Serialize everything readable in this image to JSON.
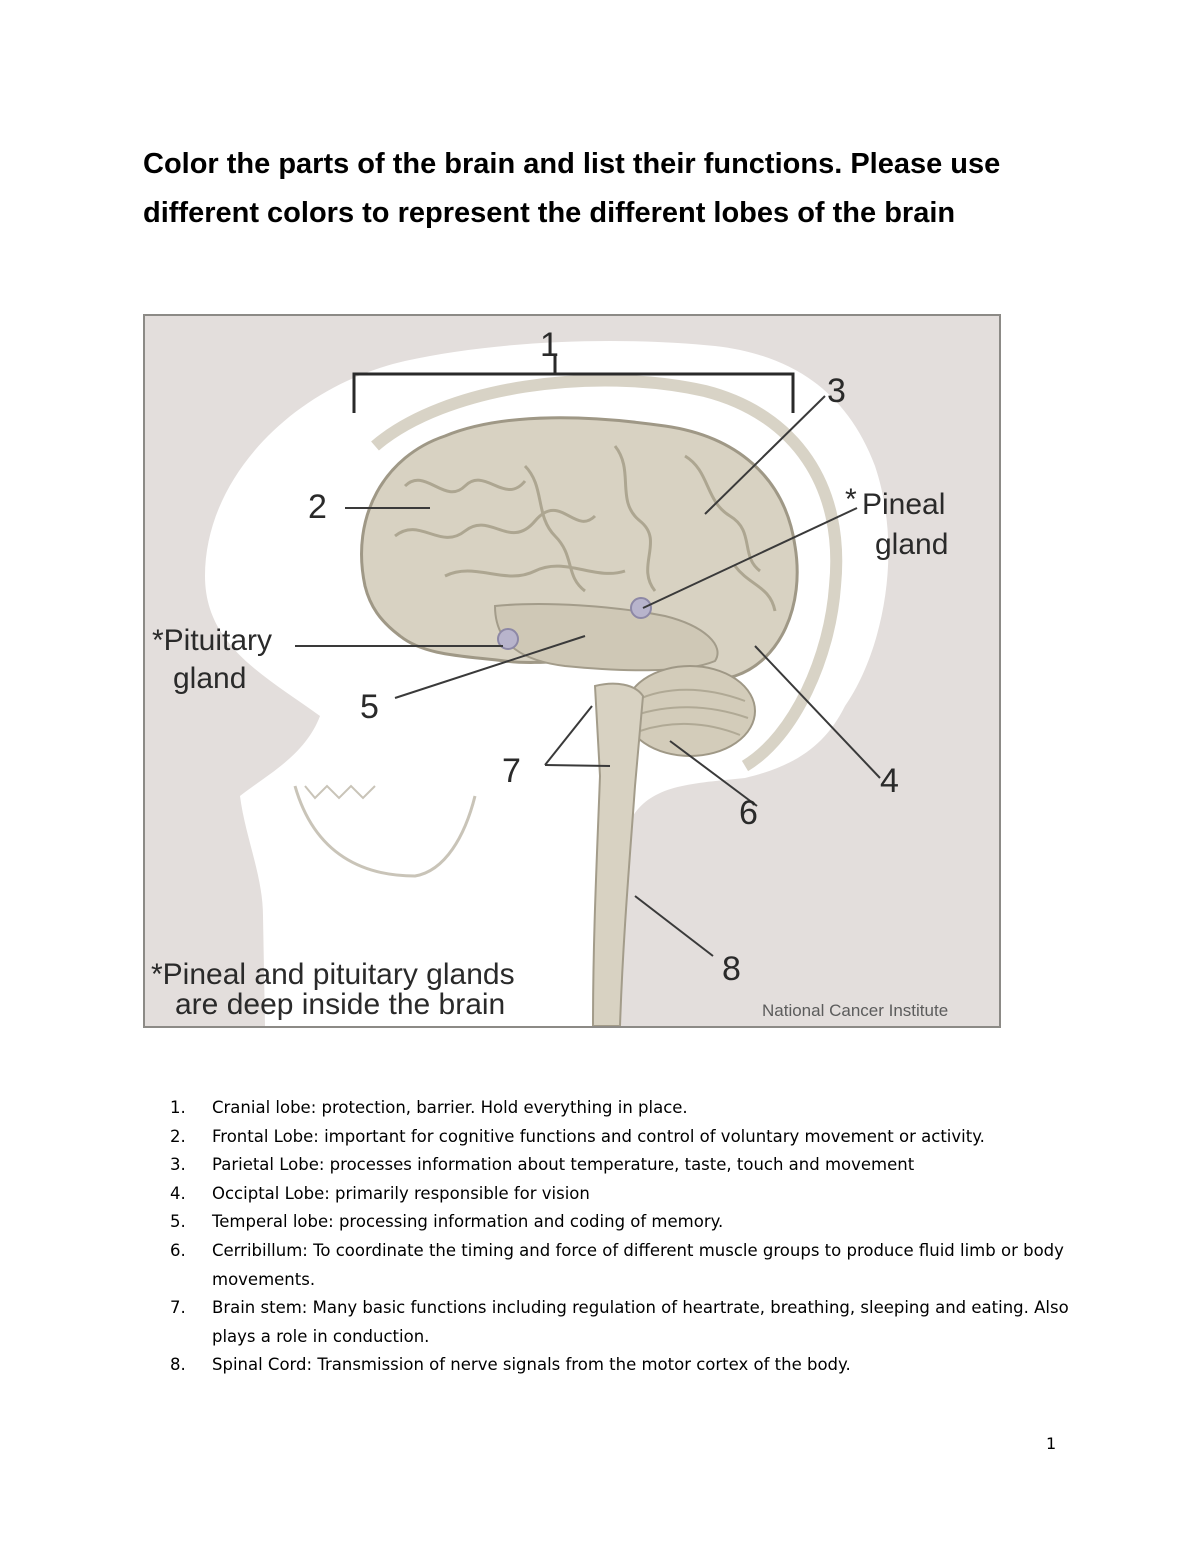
{
  "heading": "Color the parts of the brain and list their functions. Please use different colors to represent the different lobes of the brain",
  "figure": {
    "labels": {
      "n1": "1",
      "n2": "2",
      "n3": "3",
      "n4": "4",
      "n5": "5",
      "n6": "6",
      "n7": "7",
      "n8": "8",
      "pineal_star": "*",
      "pineal_line1": "Pineal",
      "pineal_line2": "gland",
      "pituitary_line1": "*Pituitary",
      "pituitary_line2": "gland",
      "footnote_line1": "*Pineal and pituitary glands",
      "footnote_line2": "are deep inside the brain",
      "credit": "National Cancer Institute"
    },
    "colors": {
      "background": "#e3dedc",
      "brain": "#d8d2c2",
      "brain_shadow": "#b9b2a0",
      "head": "#ffffff",
      "gland": "#b8b4cc"
    }
  },
  "functions": [
    {
      "num": "1.",
      "text": "Cranial lobe: protection, barrier. Hold everything in place."
    },
    {
      "num": "2.",
      "text": "Frontal Lobe: important for cognitive functions and control of voluntary movement or activity."
    },
    {
      "num": "3.",
      "text": "Parietal Lobe: processes information about temperature, taste, touch and movement"
    },
    {
      "num": "4.",
      "text": "Occiptal Lobe: primarily responsible for vision"
    },
    {
      "num": "5.",
      "text": "Temperal lobe: processing information and coding of memory."
    },
    {
      "num": "6.",
      "text": "Cerribillum: To coordinate the timing and force of different muscle groups to produce fluid limb or body movements."
    },
    {
      "num": "7.",
      "text": "Brain stem: Many basic functions including regulation of heartrate, breathing, sleeping and eating. Also plays a role in conduction."
    },
    {
      "num": "8.",
      "text": "Spinal Cord: Transmission of nerve signals from the motor cortex of the body."
    }
  ],
  "page_number": "1"
}
